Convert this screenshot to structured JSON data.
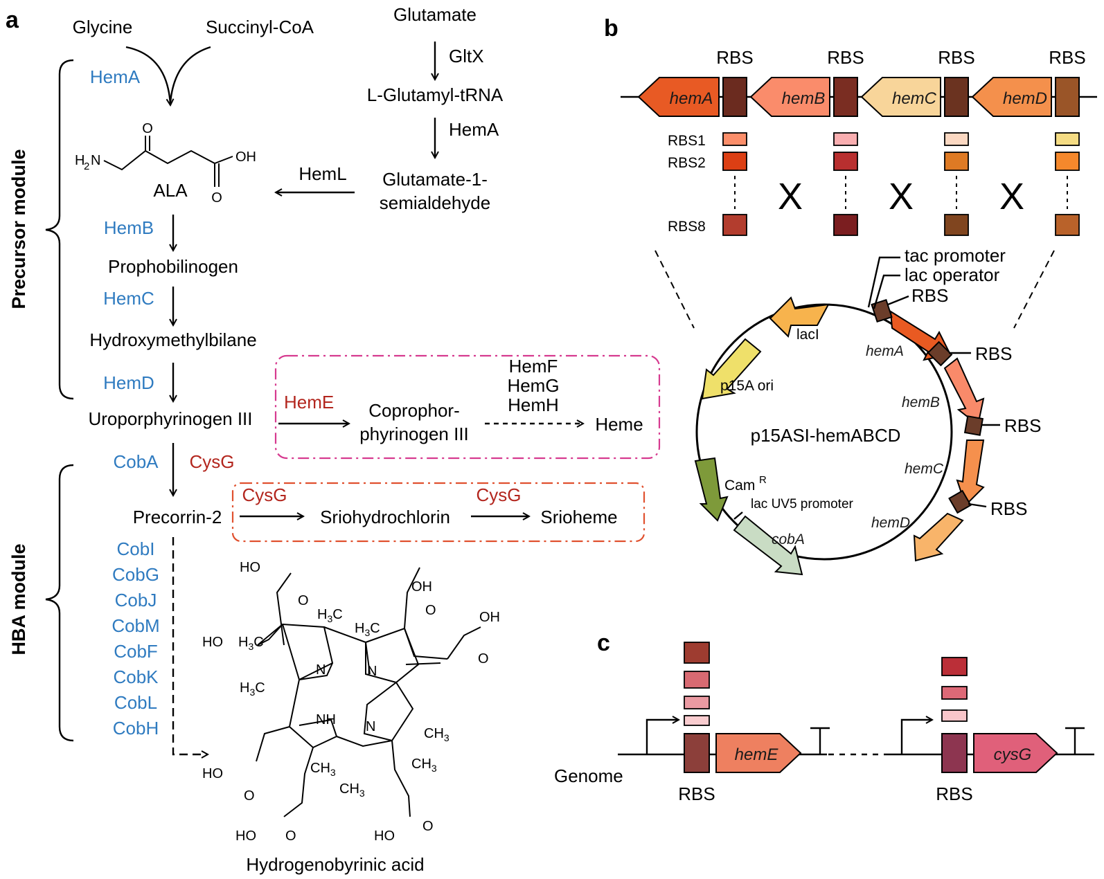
{
  "panels": {
    "a": "a",
    "b": "b",
    "c": "c"
  },
  "modules": {
    "precursor": "Precursor module",
    "hba": "HBA module"
  },
  "pathway": {
    "glycine": "Glycine",
    "succinyl_coa": "Succinyl-CoA",
    "glutamate": "Glutamate",
    "gltx": "GltX",
    "glutamyl_trna": "L-Glutamyl-tRNA",
    "hema_right": "HemA",
    "glutamate_semi_1": "Glutamate-1-",
    "glutamate_semi_2": "semialdehyde",
    "heml": "HemL",
    "hema": "HemA",
    "ala": "ALA",
    "hemb": "HemB",
    "porphobilinogen": "Prophobilinogen",
    "hemc": "HemC",
    "hydroxymethylbilane": "Hydroxymethylbilane",
    "hemd": "HemD",
    "uroporphyrinogen": "Uroporphyrinogen III",
    "heme_branch": {
      "heme_enzyme": "HemE",
      "copro_1": "Coprophor-",
      "copro_2": "phyrinogen III",
      "hemf": "HemF",
      "hemg": "HemG",
      "hemh": "HemH",
      "heme": "Heme"
    },
    "coba": "CobA",
    "cysg": "CysG",
    "precorrin": "Precorrin-2",
    "siro_branch": {
      "cysg1": "CysG",
      "sirohydrochlorin": "Sriohydrochlorin",
      "cysg2": "CysG",
      "siroheme": "Srioheme"
    },
    "cob_enzymes": [
      "CobI",
      "CobG",
      "CobJ",
      "CobM",
      "CobF",
      "CobK",
      "CobL",
      "CobH"
    ],
    "product": "Hydrogenobyrinic acid"
  },
  "ala_structure": {
    "h2n": "H",
    "h2n_sub": "2",
    "h2n_n": "N",
    "o_top": "O",
    "oh": "OH",
    "o_bottom": "O"
  },
  "hba_structure": {
    "ho1": "HO",
    "o1": "O",
    "oh2": "OH",
    "o2": "O",
    "oh3": "OH",
    "o3": "O",
    "ho_left": "HO",
    "h3c_1": "H",
    "h3c_2": "H",
    "h3c_3": "H",
    "h3c_4": "H",
    "sub3": "3",
    "c": "C",
    "n1": "N",
    "n2": "N",
    "nh": "NH",
    "n3": "N",
    "ch3_1": "CH",
    "ch3_2": "CH",
    "ch3_3": "CH",
    "ch3_4": "CH",
    "ho_bl": "HO",
    "o_bl": "O",
    "ho_b1": "HO",
    "o_b1": "O",
    "ho_b2": "HO",
    "o_b2": "O"
  },
  "operon": {
    "genes": [
      "hemA",
      "hemB",
      "hemC",
      "hemD"
    ],
    "gene_colors": [
      "#e85a24",
      "#fa8c6b",
      "#f8d59a",
      "#f4904c"
    ],
    "rbs_label": "RBS",
    "rbs_colors": [
      "#6b2b1f",
      "#7a2d22",
      "#6b3320",
      "#9a5528"
    ],
    "rbs_variants": [
      "RBS1",
      "RBS2",
      "RBS8"
    ],
    "variant_colors": [
      [
        "#fb8e6a",
        "#f9aeb0",
        "#fbd8c2",
        "#f5dc84"
      ],
      [
        "#dc3f14",
        "#b82f2f",
        "#de7a24",
        "#f5882c"
      ],
      [
        "#b33d2e",
        "#7b1e20",
        "#80451f",
        "#b9622a"
      ]
    ],
    "cross": "X"
  },
  "plasmid": {
    "name": "p15ASI-hemABCD",
    "tac_promoter": "tac promoter",
    "lac_operator": "lac operator",
    "rbs": "RBS",
    "lacI": "lacI",
    "ori": "p15A ori",
    "cam": "Cam",
    "cam_sup": "R",
    "lacuv5": "lac UV5 promoter",
    "genes": {
      "hemA": "hemA",
      "hemB": "hemB",
      "hemC": "hemC",
      "hemD": "hemD",
      "cobA": "cobA"
    },
    "colors": {
      "lacI": "#f7b34d",
      "ori": "#efe06a",
      "cam": "#7e9a3a",
      "cobA": "#c9dcc4",
      "hemA": "#e95a22",
      "hemB": "#f98a6a",
      "hemC": "#f5904d",
      "hemD": "#f8b46a",
      "rbs": "#6b3d2a"
    }
  },
  "genome": {
    "label": "Genome",
    "hemE": "hemE",
    "cysG": "cysG",
    "rbs": "RBS",
    "dots": "- - - -",
    "hemE_color": "#ee8060",
    "cysG_color": "#e0607a",
    "left_stack": [
      "#9e3c30",
      "#d86a72",
      "#ea9aa2",
      "#f9cccf"
    ],
    "left_rbs": "#8c3f3a",
    "right_stack": [
      "#bb2f38",
      "#dd6977",
      "#f9c6ca"
    ],
    "right_rbs": "#8d3550"
  }
}
